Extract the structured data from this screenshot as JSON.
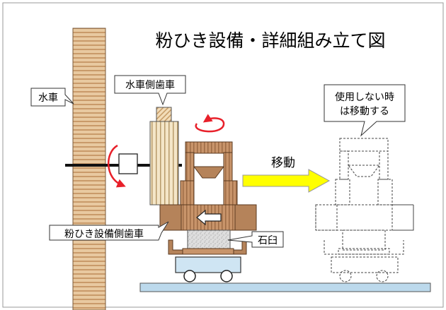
{
  "title": "粉ひき設備・詳細組み立て図",
  "labels": {
    "water_wheel": "水車",
    "water_wheel_gear": "水車側歯車",
    "mill_gear": "粉ひき設備側歯車",
    "millstone": "石臼",
    "move": "移動",
    "unused_line1": "使用しない時",
    "unused_line2": "は移動する"
  },
  "colors": {
    "wood_light": "#e8c9a0",
    "wood_dark": "#b5835a",
    "gear_light": "#f4e6c8",
    "arrow_yellow": "#ffff00",
    "rotation_red": "#e8202a",
    "cart_blue": "#cfe5f3",
    "rail_blue": "#bcd9ec",
    "stone_gray": "#d9d9d9"
  },
  "icons": {
    "rotation": "curved-arrow-icon",
    "move": "right-arrow-icon",
    "gear_direction": "left-arrow-icon"
  }
}
